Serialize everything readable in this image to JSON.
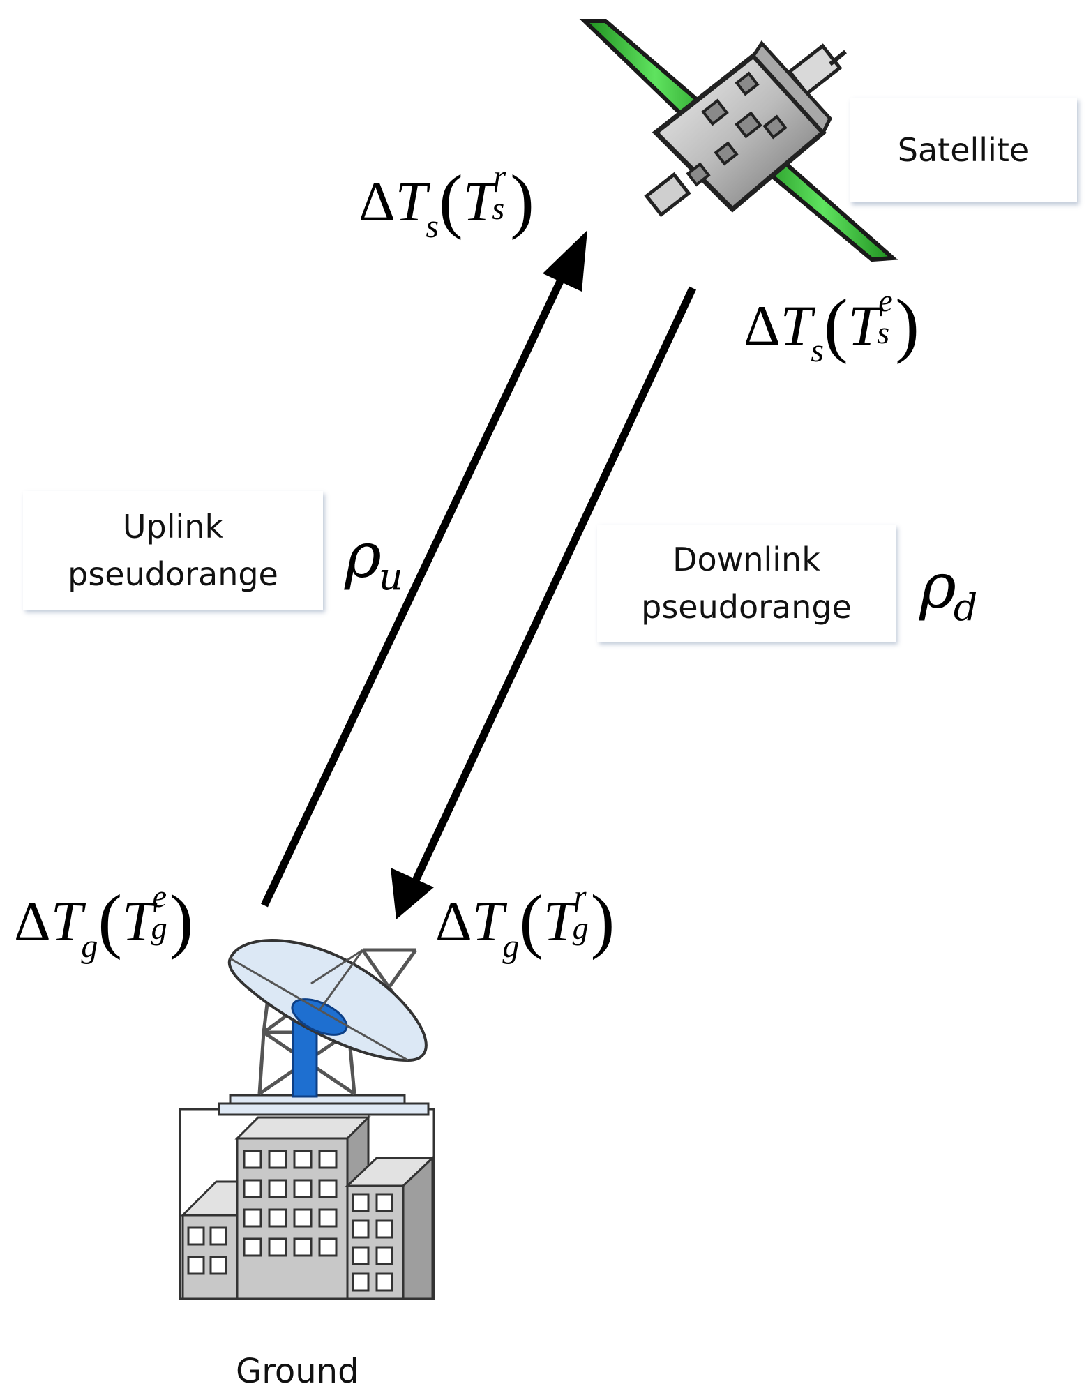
{
  "labels": {
    "satellite": "Satellite",
    "uplink_line1": "Uplink",
    "uplink_line2": "pseudorange",
    "downlink_line1": "Downlink",
    "downlink_line2": "pseudorange",
    "ground": "Ground"
  },
  "math": {
    "delta": "Δ",
    "T": "T",
    "sub_s": "s",
    "sub_g": "g",
    "sup_r": "r",
    "sup_e": "e",
    "paren_open": "(",
    "paren_close": ")",
    "rho": "ρ",
    "sub_u": "u",
    "sub_d": "d"
  },
  "colors": {
    "arrow": "#000000",
    "solar_panel": "#3ecf3e",
    "dish": "#dce8f5",
    "dish_center": "#1e6fd0",
    "mast": "#1e6fd0",
    "building": "#c8c8c8"
  },
  "icons": {
    "satellite": "satellite-icon",
    "ground_station": "ground-station-icon"
  }
}
